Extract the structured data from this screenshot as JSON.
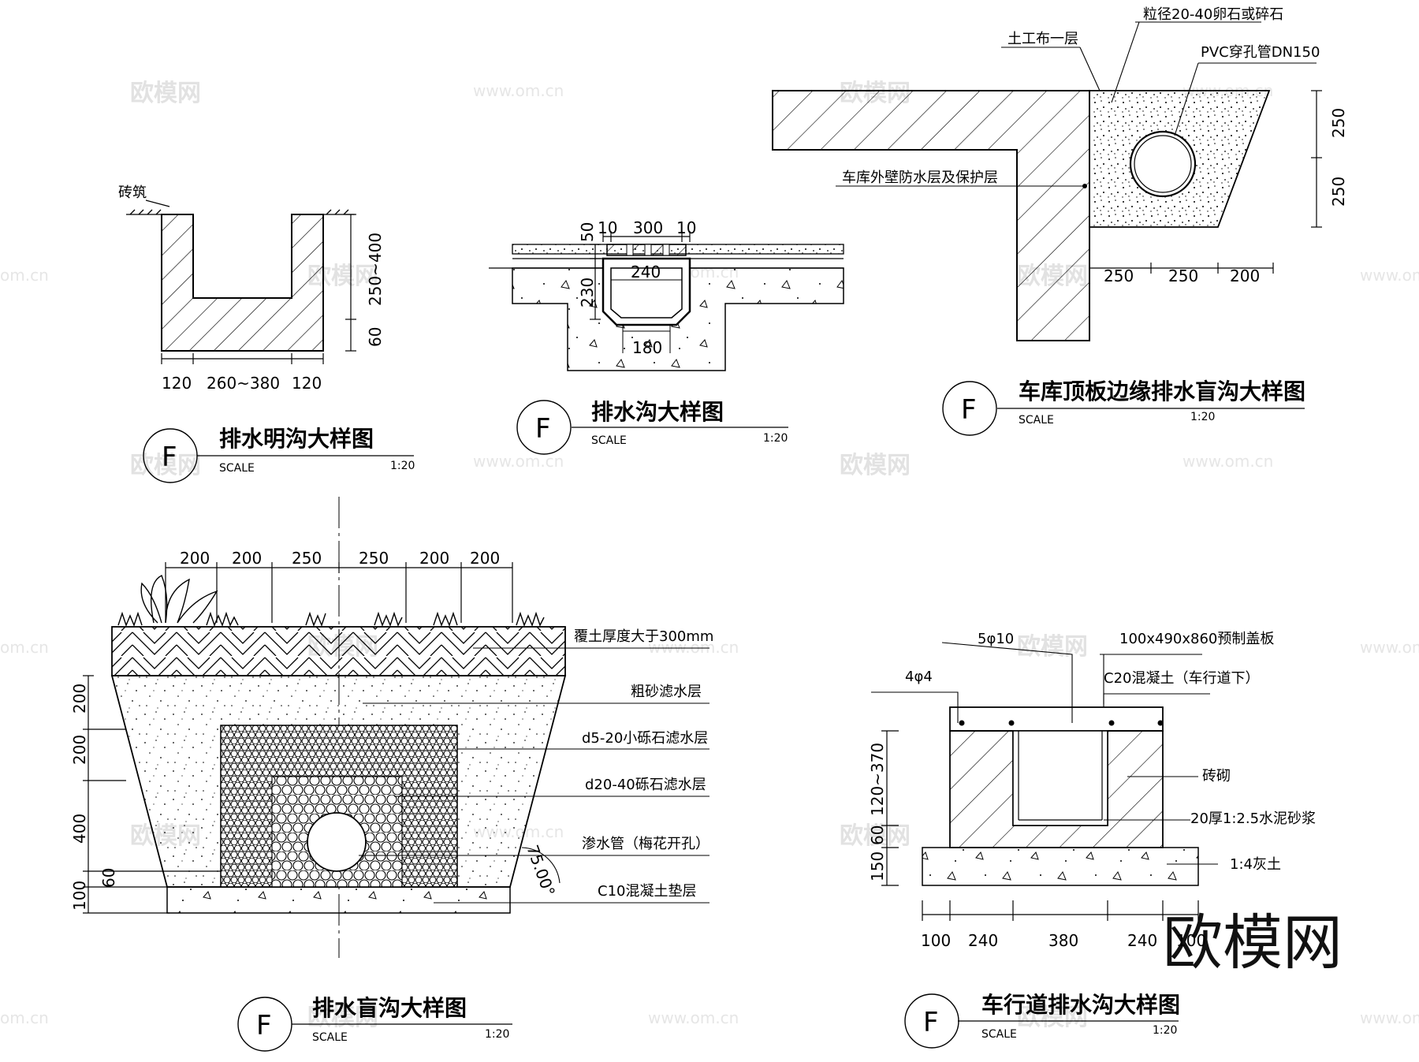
{
  "watermark": {
    "brand": "欧模网",
    "url": "www.om.cn",
    "url_edge": "om.cn"
  },
  "detail_symbol": "F",
  "scale_word": "SCALE",
  "scale_value": "1:20",
  "panel1": {
    "title": "排水明沟大样图",
    "label_brick": "砖筑",
    "dim_bottom": [
      "120",
      "260~380",
      "120"
    ],
    "dim_right": [
      "250~400",
      "60"
    ]
  },
  "panel2": {
    "title": "排水沟大样图",
    "dim_top": [
      "10",
      "300",
      "10"
    ],
    "dim_left": [
      "50",
      "230"
    ],
    "dim_inner_top": "240",
    "dim_inner_bottom": "180"
  },
  "panel3": {
    "title": "车库顶板边缘排水盲沟大样图",
    "labels": {
      "gravel": "粒径20-40卵石或碎石",
      "geotextile": "土工布一层",
      "pipe": "PVC穿孔管DN150",
      "waterproof": "车库外壁防水层及保护层"
    },
    "dim_right": [
      "250",
      "250"
    ],
    "dim_bottom": [
      "250",
      "250",
      "200"
    ]
  },
  "panel4": {
    "title": "排水盲沟大样图",
    "dim_top": [
      "200",
      "200",
      "250",
      "250",
      "200",
      "200"
    ],
    "dim_left": [
      "200",
      "200",
      "400",
      "60",
      "100"
    ],
    "angle": "75.00°",
    "labels": [
      "覆土厚度大于300mm",
      "粗砂滤水层",
      "d5-20小砾石滤水层",
      "d20-40砾石滤水层",
      "渗水管（梅花开孔）",
      "C10混凝土垫层"
    ]
  },
  "panel5": {
    "title": "车行道排水沟大样图",
    "labels": {
      "rebar_top": "5φ10",
      "cover": "100x490x860预制盖板",
      "rebar_side": "4φ4",
      "concrete": "C20混凝土（车行道下）",
      "brick": "砖砌",
      "mortar": "20厚1:2.5水泥砂浆",
      "lime_soil": "1:4灰土"
    },
    "dim_left": [
      "120~370",
      "60",
      "150"
    ],
    "dim_bottom": [
      "100",
      "240",
      "380",
      "240",
      "100"
    ]
  }
}
